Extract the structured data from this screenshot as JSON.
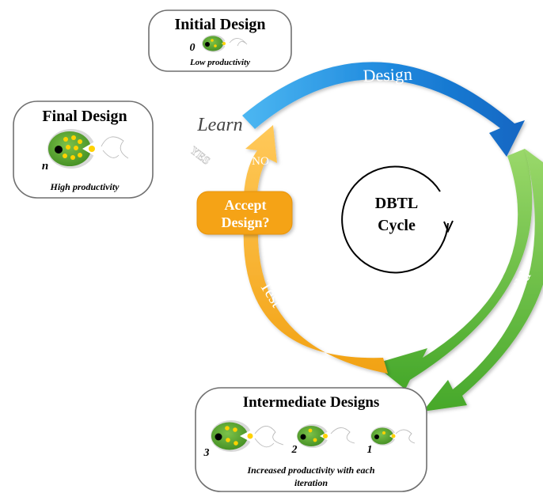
{
  "initial_design": {
    "title": "Initial Design",
    "iteration": "0",
    "caption": "Low productivity"
  },
  "final_design": {
    "title": "Final Design",
    "iteration": "n",
    "caption": "High productivity"
  },
  "intermediate_designs": {
    "title": "Intermediate Designs",
    "iterations": [
      "3",
      "2",
      "1"
    ],
    "caption_line1": "Increased productivity with each",
    "caption_line2": "iteration"
  },
  "cycle": {
    "center_line1": "DBTL",
    "center_line2": "Cycle",
    "design_label": "Design",
    "build_label": "Build",
    "test_label": "Test",
    "learn_label": "Learn",
    "no_label": "NO",
    "yes_label": "YES",
    "accept_line1": "Accept",
    "accept_line2": "Design?"
  },
  "colors": {
    "design_arrow": "#1f7fd8",
    "build_arrow": "#5cbf3a",
    "test_arrow": "#f5a312",
    "accept_box": "#f5a312",
    "cell_body": "#5aa52e",
    "cell_dot": "#ffd200"
  }
}
